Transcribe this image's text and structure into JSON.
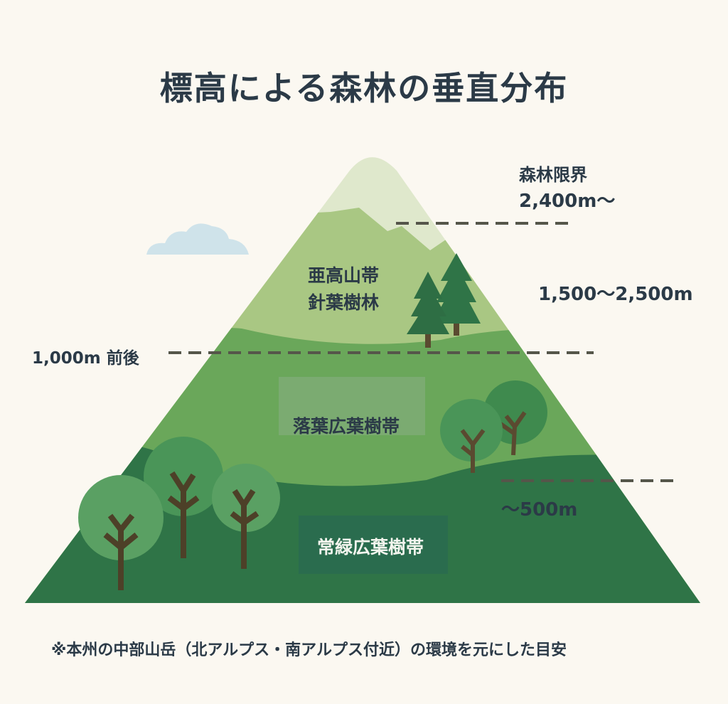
{
  "title": "標高による森林の垂直分布",
  "zones": {
    "treeline": {
      "name": "森林限界",
      "elevation": "2,400m〜"
    },
    "subalpine": {
      "name_line1": "亜高山帯",
      "name_line2": "針葉樹林",
      "elevation": "1,500〜2,500m"
    },
    "deciduous": {
      "name": "落葉広葉樹帯",
      "boundary": "1,000m 前後"
    },
    "evergreen": {
      "name": "常緑広葉樹帯",
      "boundary": "〜500m"
    }
  },
  "footnote": "※本州の中部山岳（北アルプス・南アルプス付近）の環境を元にした目安",
  "colors": {
    "snow": "#dfe8cc",
    "subalpine": "#a9c783",
    "deciduous": "#6aa75a",
    "evergreen": "#2f7447",
    "text": "#2b3a47",
    "dash": "#55564a"
  }
}
